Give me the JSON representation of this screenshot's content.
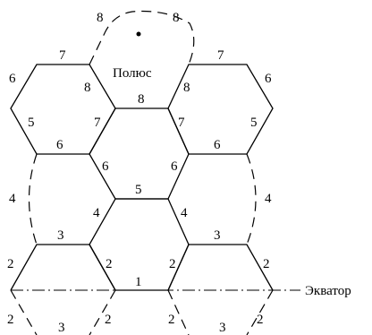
{
  "diagram": {
    "pole_label": "Полюс",
    "equator_label": "Экватор",
    "edge_labels": {
      "e1": "1",
      "e2": "2",
      "e3": "3",
      "e4": "4",
      "e5": "5",
      "e6": "6",
      "e7": "7",
      "e8": "8"
    }
  }
}
